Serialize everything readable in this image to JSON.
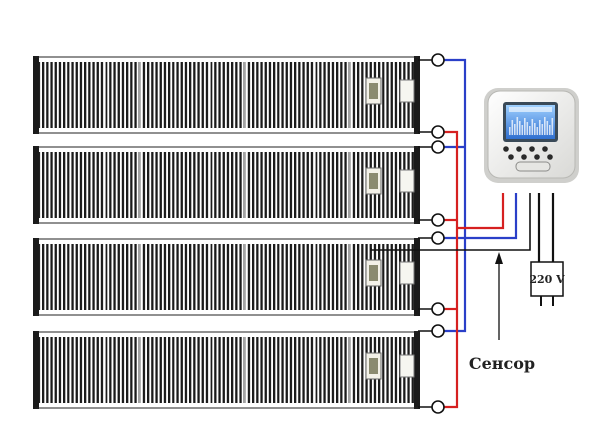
{
  "labels": {
    "sensor": "Сенсор",
    "voltage": "220 V"
  },
  "colors": {
    "wire_red": "#d62020",
    "wire_blue": "#2a3fc8",
    "wire_black": "#111111",
    "film_stripe": "#1a1a1a",
    "film_background": "#ffffff",
    "thermostat_body": "#f1f1ef",
    "thermostat_screen": "#3d7fd8"
  },
  "heating_film": {
    "count": 4
  },
  "thermostat": {
    "buttons": 8
  }
}
